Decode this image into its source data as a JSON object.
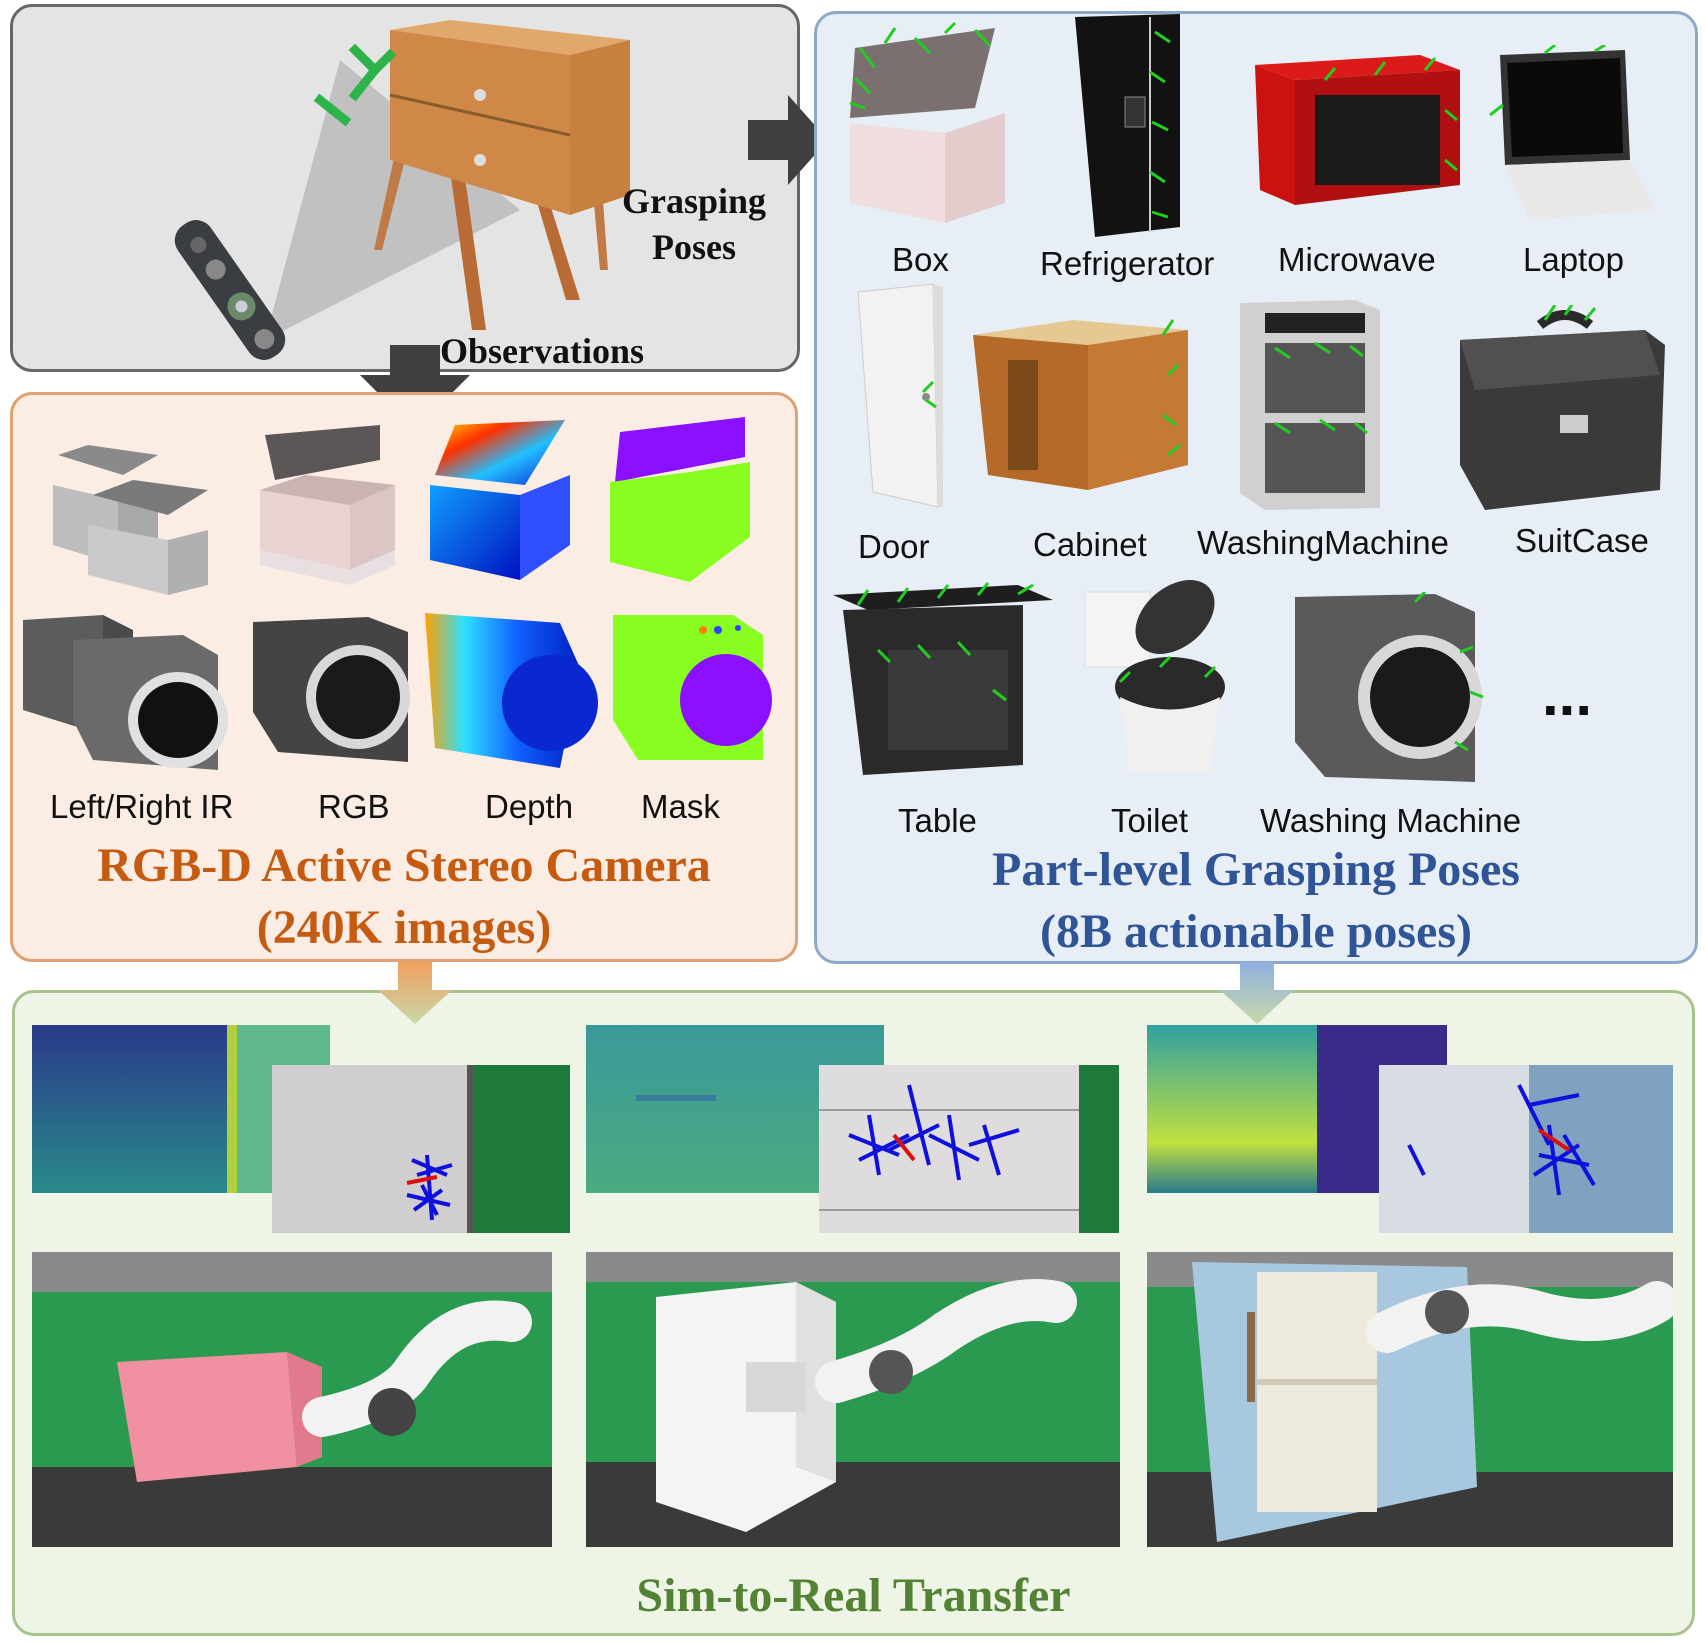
{
  "sim_panel": {
    "grasping_poses_label": "Grasping\nPoses",
    "observations_label": "Observations"
  },
  "camera_panel": {
    "title": "RGB-D Active Stereo Camera",
    "subtitle": "(240K images)",
    "modalities": [
      "Left/Right IR",
      "RGB",
      "Depth",
      "Mask"
    ]
  },
  "poses_panel": {
    "title": "Part-level Grasping Poses",
    "subtitle": "(8B actionable poses)",
    "objects": [
      "Box",
      "Refrigerator",
      "Microwave",
      "Laptop",
      "Door",
      "Cabinet",
      "WashingMachine",
      "SuitCase",
      "Table",
      "Toilet",
      "Washing Machine"
    ],
    "ellipsis": "..."
  },
  "transfer_panel": {
    "title": "Sim-to-Real Transfer"
  },
  "colors": {
    "sim_border": "#666666",
    "camera_border": "#e0a070",
    "camera_bg": "#fbece4",
    "camera_title": "#c55a11",
    "poses_border": "#8fa8c8",
    "poses_bg": "#e8eef6",
    "poses_title": "#2f5597",
    "transfer_border": "#a9c38e",
    "transfer_bg": "#eef5e6",
    "transfer_title": "#548235"
  }
}
